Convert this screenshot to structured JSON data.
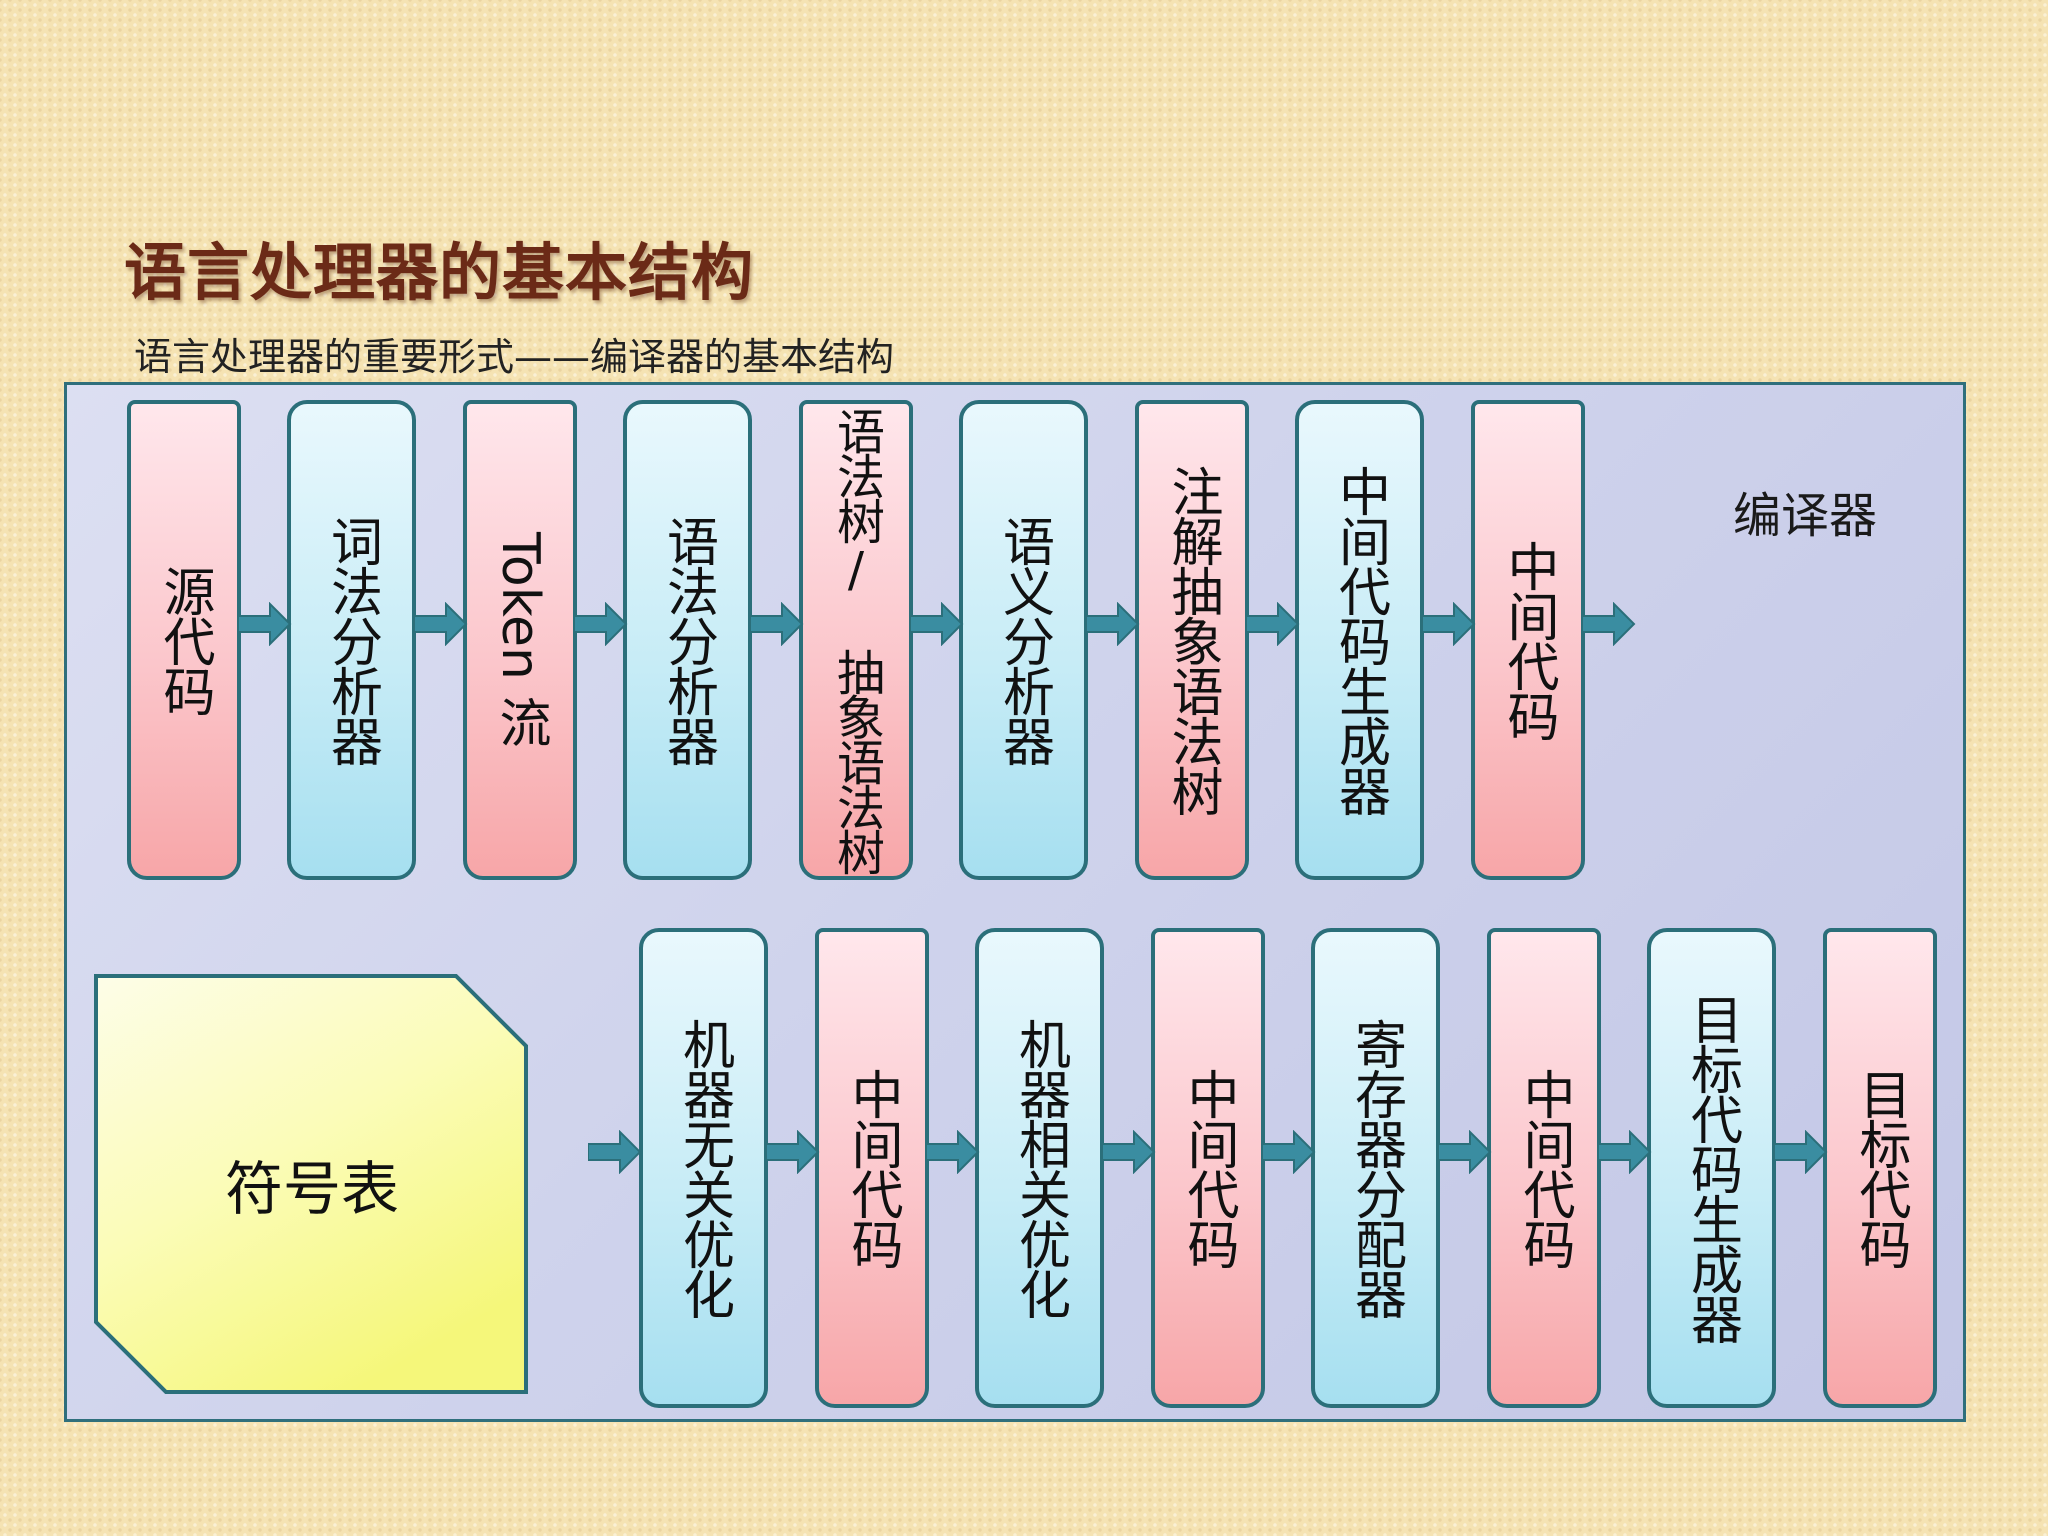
{
  "title": "语言处理器的基本结构",
  "subtitle": "语言处理器的重要形式——编译器的基本结构",
  "compiler_label": "编译器",
  "symbol_table_label": "符号表",
  "row1": [
    {
      "label": "源代码",
      "kind": "code"
    },
    {
      "label": "词法分析器",
      "kind": "proc"
    },
    {
      "label": "Token 流",
      "kind": "code"
    },
    {
      "label": "语法分析器",
      "kind": "proc"
    },
    {
      "label": "语法树/ 抽象语法树",
      "kind": "code"
    },
    {
      "label": "语义分析器",
      "kind": "proc"
    },
    {
      "label": "注解抽象语法树",
      "kind": "code"
    },
    {
      "label": "中间代码生成器",
      "kind": "proc"
    },
    {
      "label": "中间代码",
      "kind": "code"
    }
  ],
  "row2": [
    {
      "label": "机器无关优化",
      "kind": "proc"
    },
    {
      "label": "中间代码",
      "kind": "code"
    },
    {
      "label": "机器相关优化",
      "kind": "proc"
    },
    {
      "label": "中间代码",
      "kind": "code"
    },
    {
      "label": "寄存器分配器",
      "kind": "proc"
    },
    {
      "label": "中间代码",
      "kind": "code"
    },
    {
      "label": "目标代码生成器",
      "kind": "proc"
    },
    {
      "label": "目标代码",
      "kind": "code"
    }
  ],
  "colors": {
    "code_fill": "#f7a6a8",
    "process_fill": "#a6dff0",
    "border": "#2b6f7a",
    "symbol_table_fill": "#fafca4",
    "title": "#6b2a17"
  }
}
